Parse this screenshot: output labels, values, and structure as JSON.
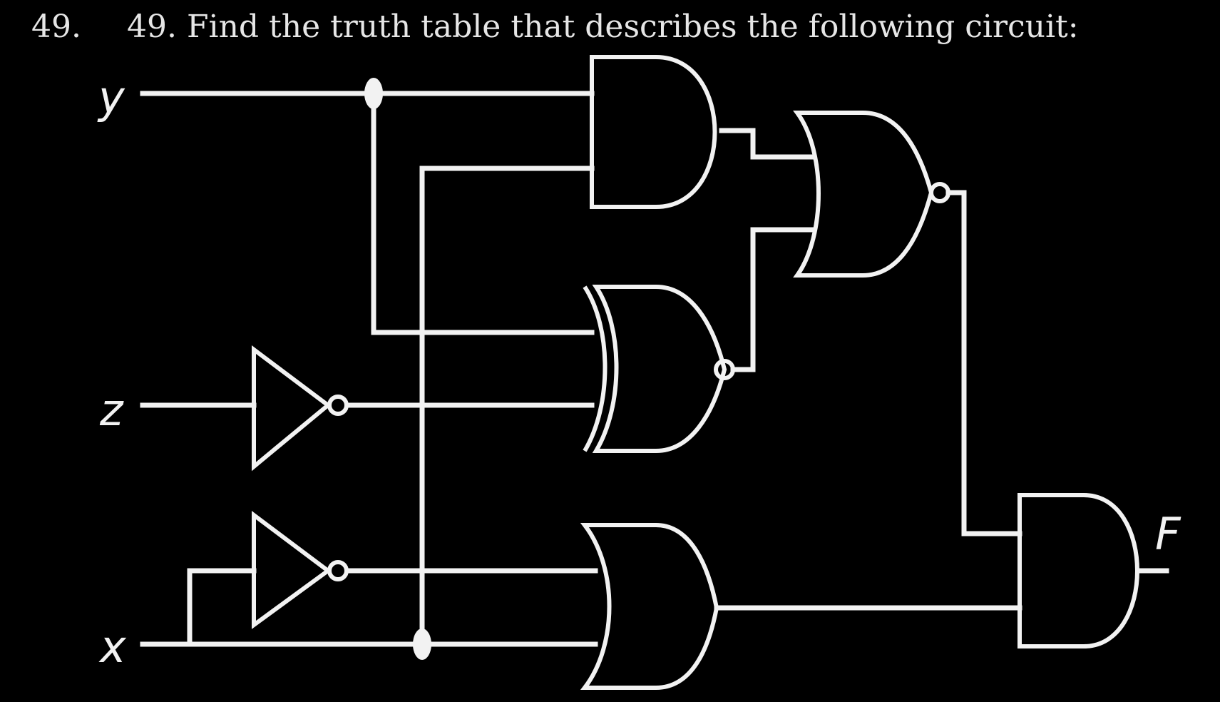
{
  "header": {
    "left_number": "49.",
    "question": "49. Find the truth table that describes the following circuit:"
  },
  "inputs": {
    "y": "y",
    "z": "z",
    "x": "x"
  },
  "output": {
    "f": "F"
  },
  "gate_icons": [
    "and-gate",
    "nor-gate",
    "xnor-gate",
    "or-gate",
    "not-gate",
    "not-gate",
    "and-gate"
  ]
}
